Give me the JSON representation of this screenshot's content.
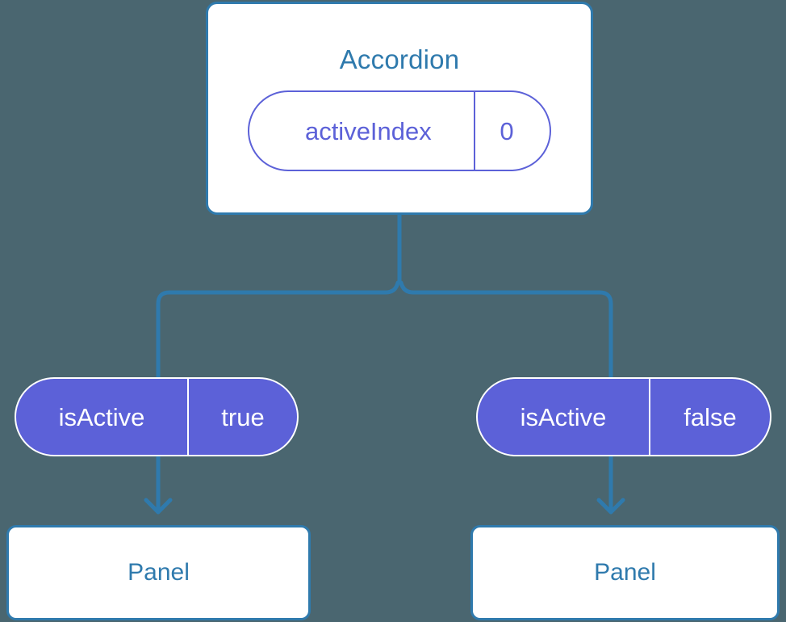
{
  "diagram": {
    "background_color": "#4a6670",
    "accent_blue": "#2f7aad",
    "accent_purple": "#5c61d8",
    "root": {
      "title": "Accordion",
      "prop": {
        "key": "activeIndex",
        "value": "0"
      }
    },
    "branches": [
      {
        "badge": {
          "key": "isActive",
          "value": "true"
        },
        "child": {
          "title": "Panel"
        }
      },
      {
        "badge": {
          "key": "isActive",
          "value": "false"
        },
        "child": {
          "title": "Panel"
        }
      }
    ]
  }
}
